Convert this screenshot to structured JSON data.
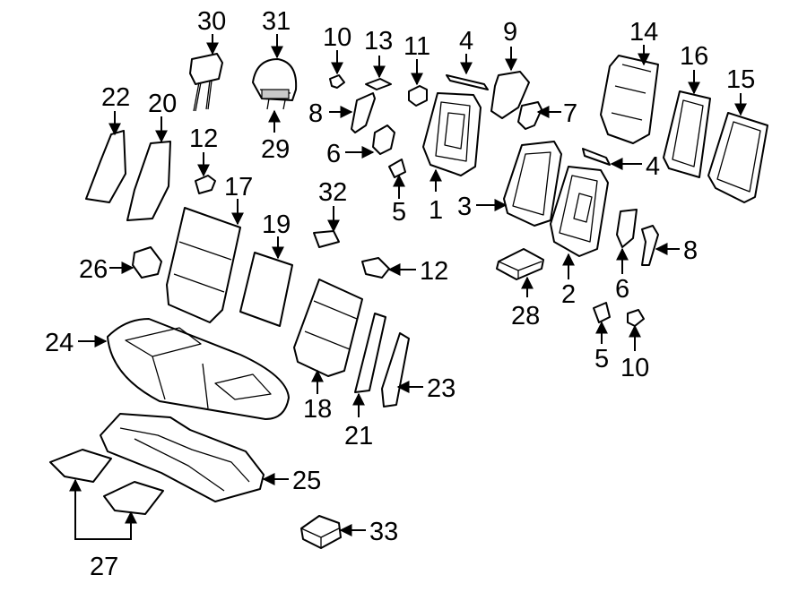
{
  "colors": {
    "line": "#000000",
    "background": "#ffffff",
    "shade": "#c9c9c9"
  },
  "callouts": {
    "c1": "1",
    "c2": "2",
    "c3": "3",
    "c4a": "4",
    "c4b": "4",
    "c5a": "5",
    "c5b": "5",
    "c6a": "6",
    "c6b": "6",
    "c7": "7",
    "c8a": "8",
    "c8b": "8",
    "c9": "9",
    "c10a": "10",
    "c10b": "10",
    "c11": "11",
    "c12a": "12",
    "c12b": "12",
    "c13": "13",
    "c14": "14",
    "c15": "15",
    "c16": "16",
    "c17": "17",
    "c18": "18",
    "c19": "19",
    "c20": "20",
    "c21": "21",
    "c22": "22",
    "c23": "23",
    "c24": "24",
    "c25": "25",
    "c26": "26",
    "c27": "27",
    "c28": "28",
    "c29": "29",
    "c30": "30",
    "c31": "31",
    "c32": "32",
    "c33": "33"
  }
}
